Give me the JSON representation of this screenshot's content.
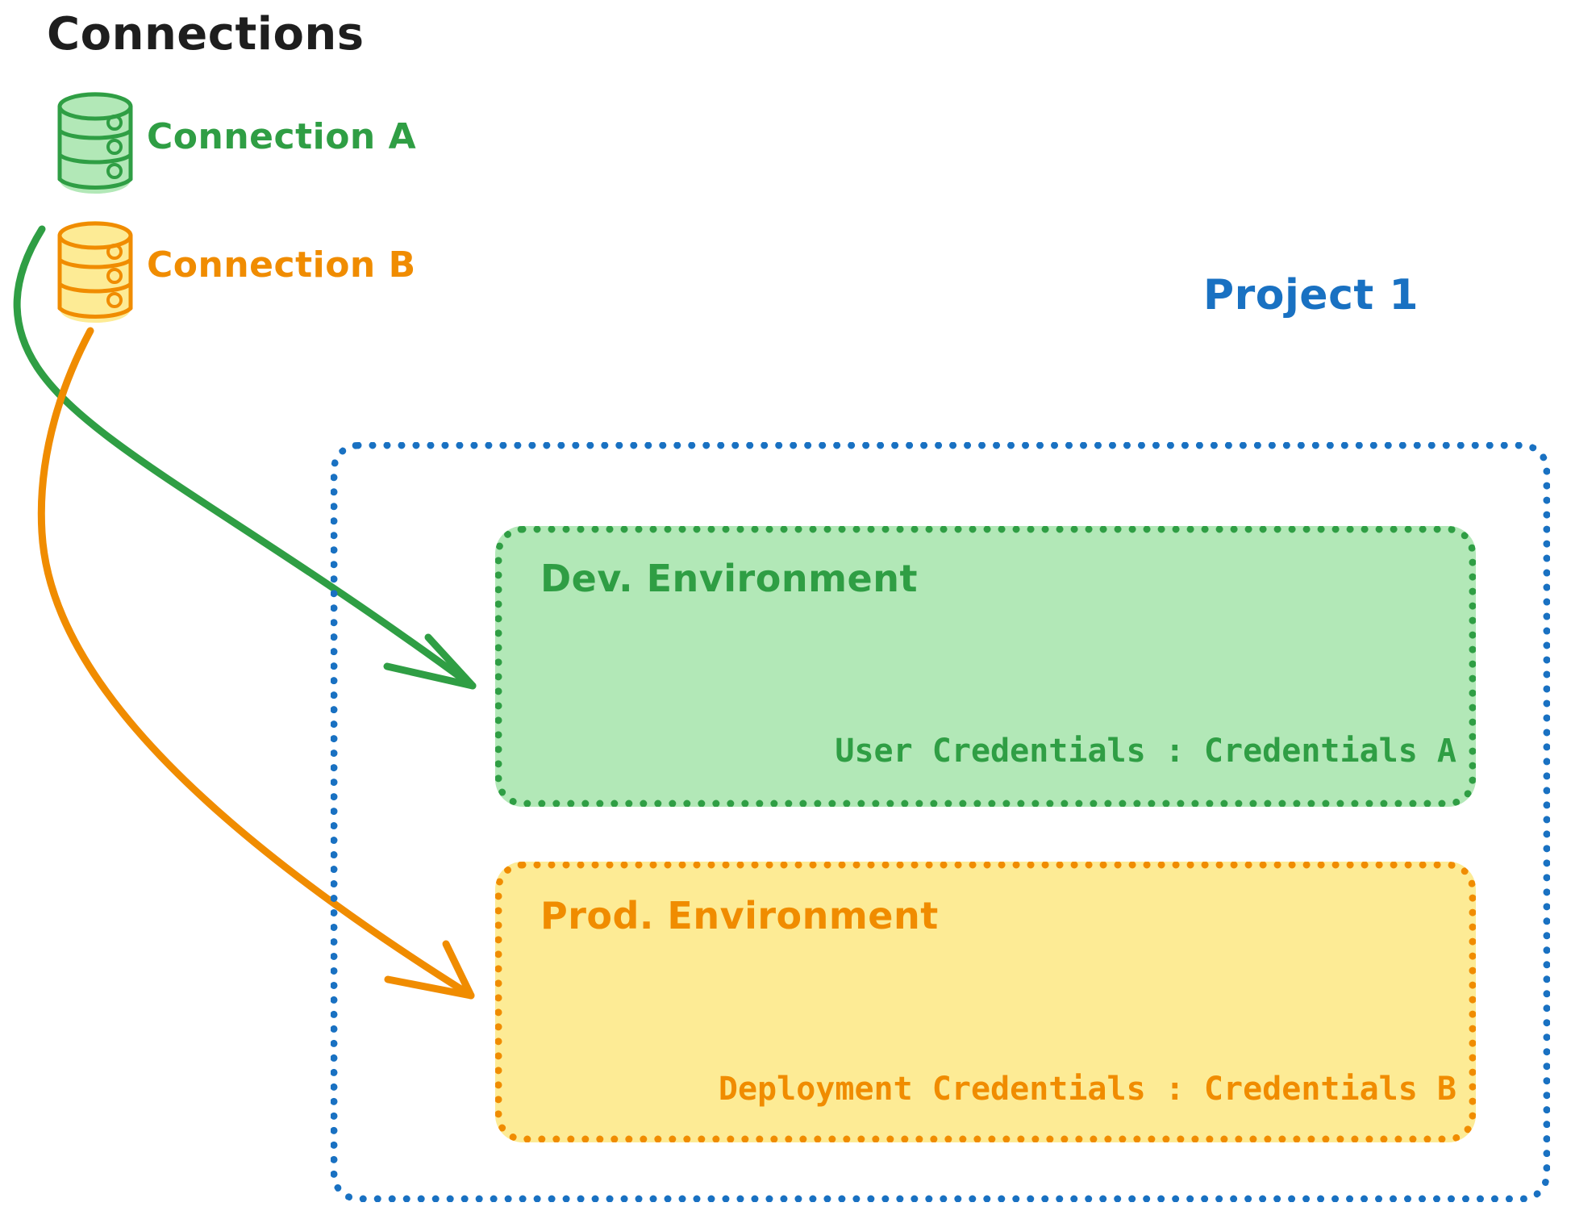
{
  "diagram": {
    "type": "architecture-diagram",
    "background": "#ffffff",
    "title": "Connections"
  },
  "colors": {
    "black": "#1e1e1e",
    "green_stroke": "#2f9e44",
    "green_fill": "#b2e8b7",
    "orange_stroke": "#f08c00",
    "orange_fill": "#fdeb95",
    "blue_stroke": "#1971c2"
  },
  "connections": {
    "heading": "Connections",
    "items": [
      {
        "label": "Connection A",
        "color": "#2f9e44",
        "icon": "database-cylinder-icon"
      },
      {
        "label": "Connection B",
        "color": "#f08c00",
        "icon": "database-cylinder-icon"
      }
    ]
  },
  "project": {
    "label": "Project 1",
    "color": "#1971c2",
    "border_style": "dotted",
    "environments": [
      {
        "name": "dev",
        "title": "Dev. Environment",
        "credentials_text": "User Credentials : Credentials A",
        "credentials_key": "User Credentials",
        "credentials_value": "Credentials A",
        "stroke": "#2f9e44",
        "fill": "#b2e8b7"
      },
      {
        "name": "prod",
        "title": "Prod. Environment",
        "credentials_text": "Deployment Credentials : Credentials B",
        "credentials_key": "Deployment Credentials",
        "credentials_value": "Credentials B",
        "stroke": "#f08c00",
        "fill": "#fdeb95"
      }
    ]
  },
  "arrows": [
    {
      "name": "arrow-connection-a-to-dev",
      "from": "Connection A",
      "to": "Dev. Environment",
      "color": "#2f9e44"
    },
    {
      "name": "arrow-connection-b-to-prod",
      "from": "Connection B",
      "to": "Prod. Environment",
      "color": "#f08c00"
    }
  ]
}
